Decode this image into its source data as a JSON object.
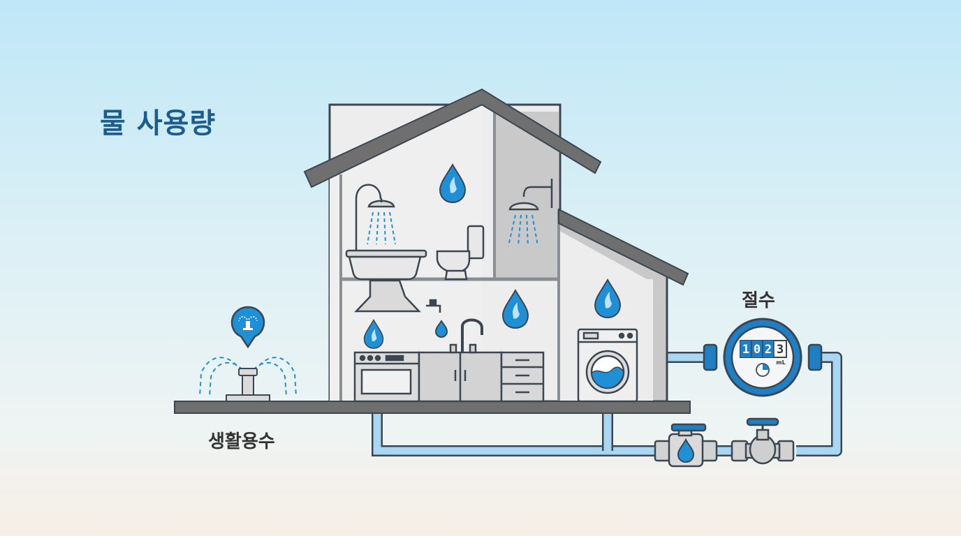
{
  "title": "물 사용량",
  "labels": {
    "domestic_water": "생활용수",
    "water_saving": "절수"
  },
  "meter": {
    "digits": [
      "1",
      "0",
      "2",
      "3"
    ],
    "unit": "mL"
  },
  "colors": {
    "water_blue": "#1f8fd6",
    "pipe_light": "#a9d6f2",
    "outline": "#3b4650",
    "wall_light": "#ededed",
    "wall_shade": "#c8c8c8",
    "title_blue": "#1c5d8e"
  }
}
